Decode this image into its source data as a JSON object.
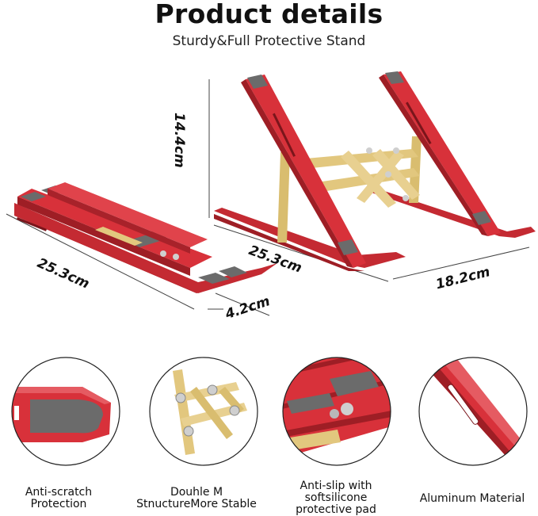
{
  "header": {
    "title": "Product details",
    "subtitle": "Sturdy&Full Protective Stand"
  },
  "dimensions": {
    "folded_length": "25.3cm",
    "folded_height": "4.2cm",
    "open_height": "14.4cm",
    "open_length": "25.3cm",
    "open_width": "18.2cm"
  },
  "features": [
    {
      "label_line1": "Anti-scratch",
      "label_line2": "Protection",
      "label_line3": ""
    },
    {
      "label_line1": "Douhle M",
      "label_line2": "StnuctureMore Stable",
      "label_line3": ""
    },
    {
      "label_line1": "Anti-slip with",
      "label_line2": "softsilicone",
      "label_line3": "protective pad"
    },
    {
      "label_line1": "Aluminum Material",
      "label_line2": "",
      "label_line3": ""
    }
  ],
  "colors": {
    "stand_red": "#d8313a",
    "stand_dark_red": "#9e1e25",
    "brace_gold": "#e2c77e",
    "pad_gray": "#6b6b6b"
  }
}
